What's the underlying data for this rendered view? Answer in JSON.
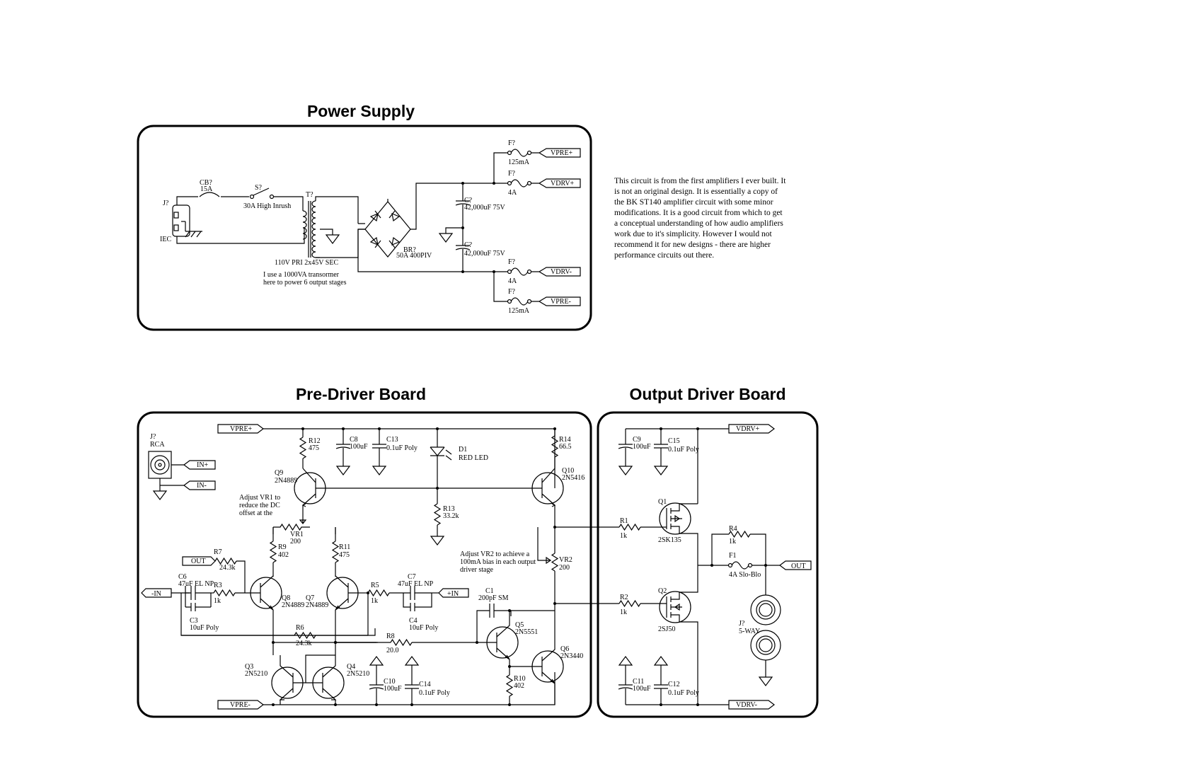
{
  "titles": {
    "power_supply": "Power Supply",
    "pre_driver": "Pre-Driver Board",
    "output_driver": "Output Driver Board"
  },
  "description": [
    "This circuit is from the first amplifiers I ever built. It",
    "is not an original design. It is essentially a copy of",
    "the BK ST140 amplifier circuit with some minor",
    "modifications. It is a good circuit from which to get",
    "a conceptual understanding of how audio amplifiers",
    "work due to it's simplicity. However I would not",
    "recommend it for new designs - there are higher",
    "performance circuits out there."
  ],
  "power_supply": {
    "j_ref": "J?",
    "j_value": "IEC",
    "cb_ref": "CB?",
    "cb_value": "15A",
    "s_ref": "S?",
    "s_value": "30A High Inrush",
    "t_ref": "T?",
    "t_value": "110V PRI 2x45V SEC",
    "note_lines": [
      "I use a 1000VA transormer",
      "here to power 6 output stages"
    ],
    "br_ref": "BR?",
    "br_value": "50A 400PIV",
    "c_top_ref": "C?",
    "c_top_value": "42,000uF 75V",
    "c_bot_ref": "C?",
    "c_bot_value": "42,000uF 75V",
    "fuses": [
      {
        "ref": "F?",
        "value": "125mA",
        "port": "VPRE+"
      },
      {
        "ref": "F?",
        "value": "4A",
        "port": "VDRV+"
      },
      {
        "ref": "F?",
        "value": "4A",
        "port": "VDRV-"
      },
      {
        "ref": "F?",
        "value": "125mA",
        "port": "VPRE-"
      }
    ]
  },
  "pre_driver": {
    "ports": {
      "vpre_plus": "VPRE+",
      "vpre_minus": "VPRE-",
      "in_plus": "IN+",
      "in_minus": "IN-",
      "out": "OUT",
      "neg_in": "-IN",
      "pos_in": "+IN"
    },
    "j_ref": "J?",
    "j_value": "RCA",
    "r12": {
      "ref": "R12",
      "value": "475"
    },
    "c8": {
      "ref": "C8",
      "value": "100uF"
    },
    "c13": {
      "ref": "C13",
      "value": "0.1uF Poly"
    },
    "d1": {
      "ref": "D1",
      "value": "RED LED"
    },
    "r14": {
      "ref": "R14",
      "value": "66.5"
    },
    "q9": {
      "ref": "Q9",
      "value": "2N4889"
    },
    "q10": {
      "ref": "Q10",
      "value": "2N5416"
    },
    "r13": {
      "ref": "R13",
      "value": "33.2k"
    },
    "vr1_note": [
      "Adjust VR1 to",
      "reduce the DC",
      "offset at the"
    ],
    "vr1": {
      "ref": "VR1",
      "value": "200"
    },
    "r9": {
      "ref": "R9",
      "value": "402"
    },
    "r11": {
      "ref": "R11",
      "value": "475"
    },
    "r7": {
      "ref": "R7",
      "value": "24.3k"
    },
    "c6": {
      "ref": "C6",
      "value": "47uF EL NP"
    },
    "r3": {
      "ref": "R3",
      "value": "1k"
    },
    "q8": {
      "ref": "Q8",
      "value": "2N4889"
    },
    "q7": {
      "ref": "Q7",
      "value": "2N4889"
    },
    "r5": {
      "ref": "R5",
      "value": "1k"
    },
    "c7": {
      "ref": "C7",
      "value": "47uF EL NP"
    },
    "c3": {
      "ref": "C3",
      "value": "10uF Poly"
    },
    "c4": {
      "ref": "C4",
      "value": "10uF Poly"
    },
    "r6": {
      "ref": "R6",
      "value": "24.3k"
    },
    "r8": {
      "ref": "R8",
      "value": "20.0"
    },
    "vr2_note": [
      "Adjust VR2 to achieve a",
      "100mA bias in each output",
      "driver stage"
    ],
    "vr2": {
      "ref": "VR2",
      "value": "200"
    },
    "c1": {
      "ref": "C1",
      "value": "200pF SM"
    },
    "q5": {
      "ref": "Q5",
      "value": "2N5551"
    },
    "q6": {
      "ref": "Q6",
      "value": "2N3440"
    },
    "r10": {
      "ref": "R10",
      "value": "402"
    },
    "q3": {
      "ref": "Q3",
      "value": "2N5210"
    },
    "q4": {
      "ref": "Q4",
      "value": "2N5210"
    },
    "c10": {
      "ref": "C10",
      "value": "100uF"
    },
    "c14": {
      "ref": "C14",
      "value": "0.1uF Poly"
    }
  },
  "output_driver": {
    "ports": {
      "vdrv_plus": "VDRV+",
      "vdrv_minus": "VDRV-",
      "out": "OUT"
    },
    "c9": {
      "ref": "C9",
      "value": "100uF"
    },
    "c15": {
      "ref": "C15",
      "value": "0.1uF Poly"
    },
    "q1": {
      "ref": "Q1",
      "value": "2SK135"
    },
    "r1": {
      "ref": "R1",
      "value": "1k"
    },
    "r4": {
      "ref": "R4",
      "value": "1k"
    },
    "f1": {
      "ref": "F1",
      "value": "4A Slo-Blo"
    },
    "r2": {
      "ref": "R2",
      "value": "1k"
    },
    "q2": {
      "ref": "Q2",
      "value": "2SJ50"
    },
    "j_ref": "J?",
    "j_value": "5-WAY",
    "c11": {
      "ref": "C11",
      "value": "100uF"
    },
    "c12": {
      "ref": "C12",
      "value": "0.1uF Poly"
    }
  }
}
